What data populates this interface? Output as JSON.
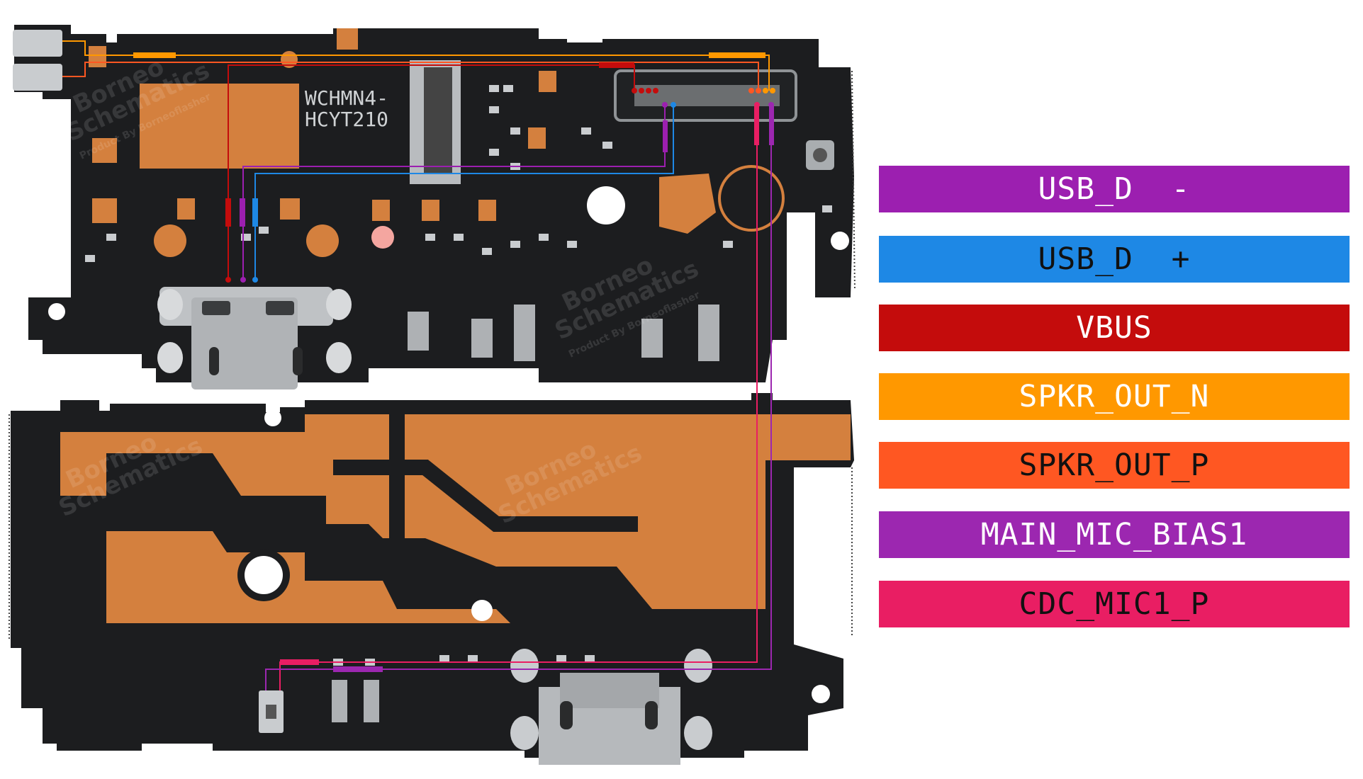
{
  "board": {
    "ic_marking_line1": "WCHMN4-",
    "ic_marking_line2": "HCYT210",
    "watermark_line1": "Borneo",
    "watermark_line2": "Schematics",
    "watermark_line3": "Product By Borneoflasher",
    "colors": {
      "pcb": "#1c1d1f",
      "copper": "#d4803e",
      "silver": "#b8bcc0"
    }
  },
  "legend": {
    "items": [
      {
        "label": "USB_D  -",
        "color": "#9c1fb0",
        "text_color": "#ffffff"
      },
      {
        "label": "USB_D  +",
        "color": "#1e88e5",
        "text_color": "#111111"
      },
      {
        "label": "VBUS",
        "color": "#c40c0c",
        "text_color": "#ffffff"
      },
      {
        "label": "SPKR_OUT_N",
        "color": "#ff9800",
        "text_color": "#ffffff"
      },
      {
        "label": "SPKR_OUT_P",
        "color": "#ff5722",
        "text_color": "#111111"
      },
      {
        "label": "MAIN_MIC_BIAS1",
        "color": "#9c27b0",
        "text_color": "#ffffff"
      },
      {
        "label": "CDC_MIC1_P",
        "color": "#e91e63",
        "text_color": "#111111"
      }
    ]
  }
}
